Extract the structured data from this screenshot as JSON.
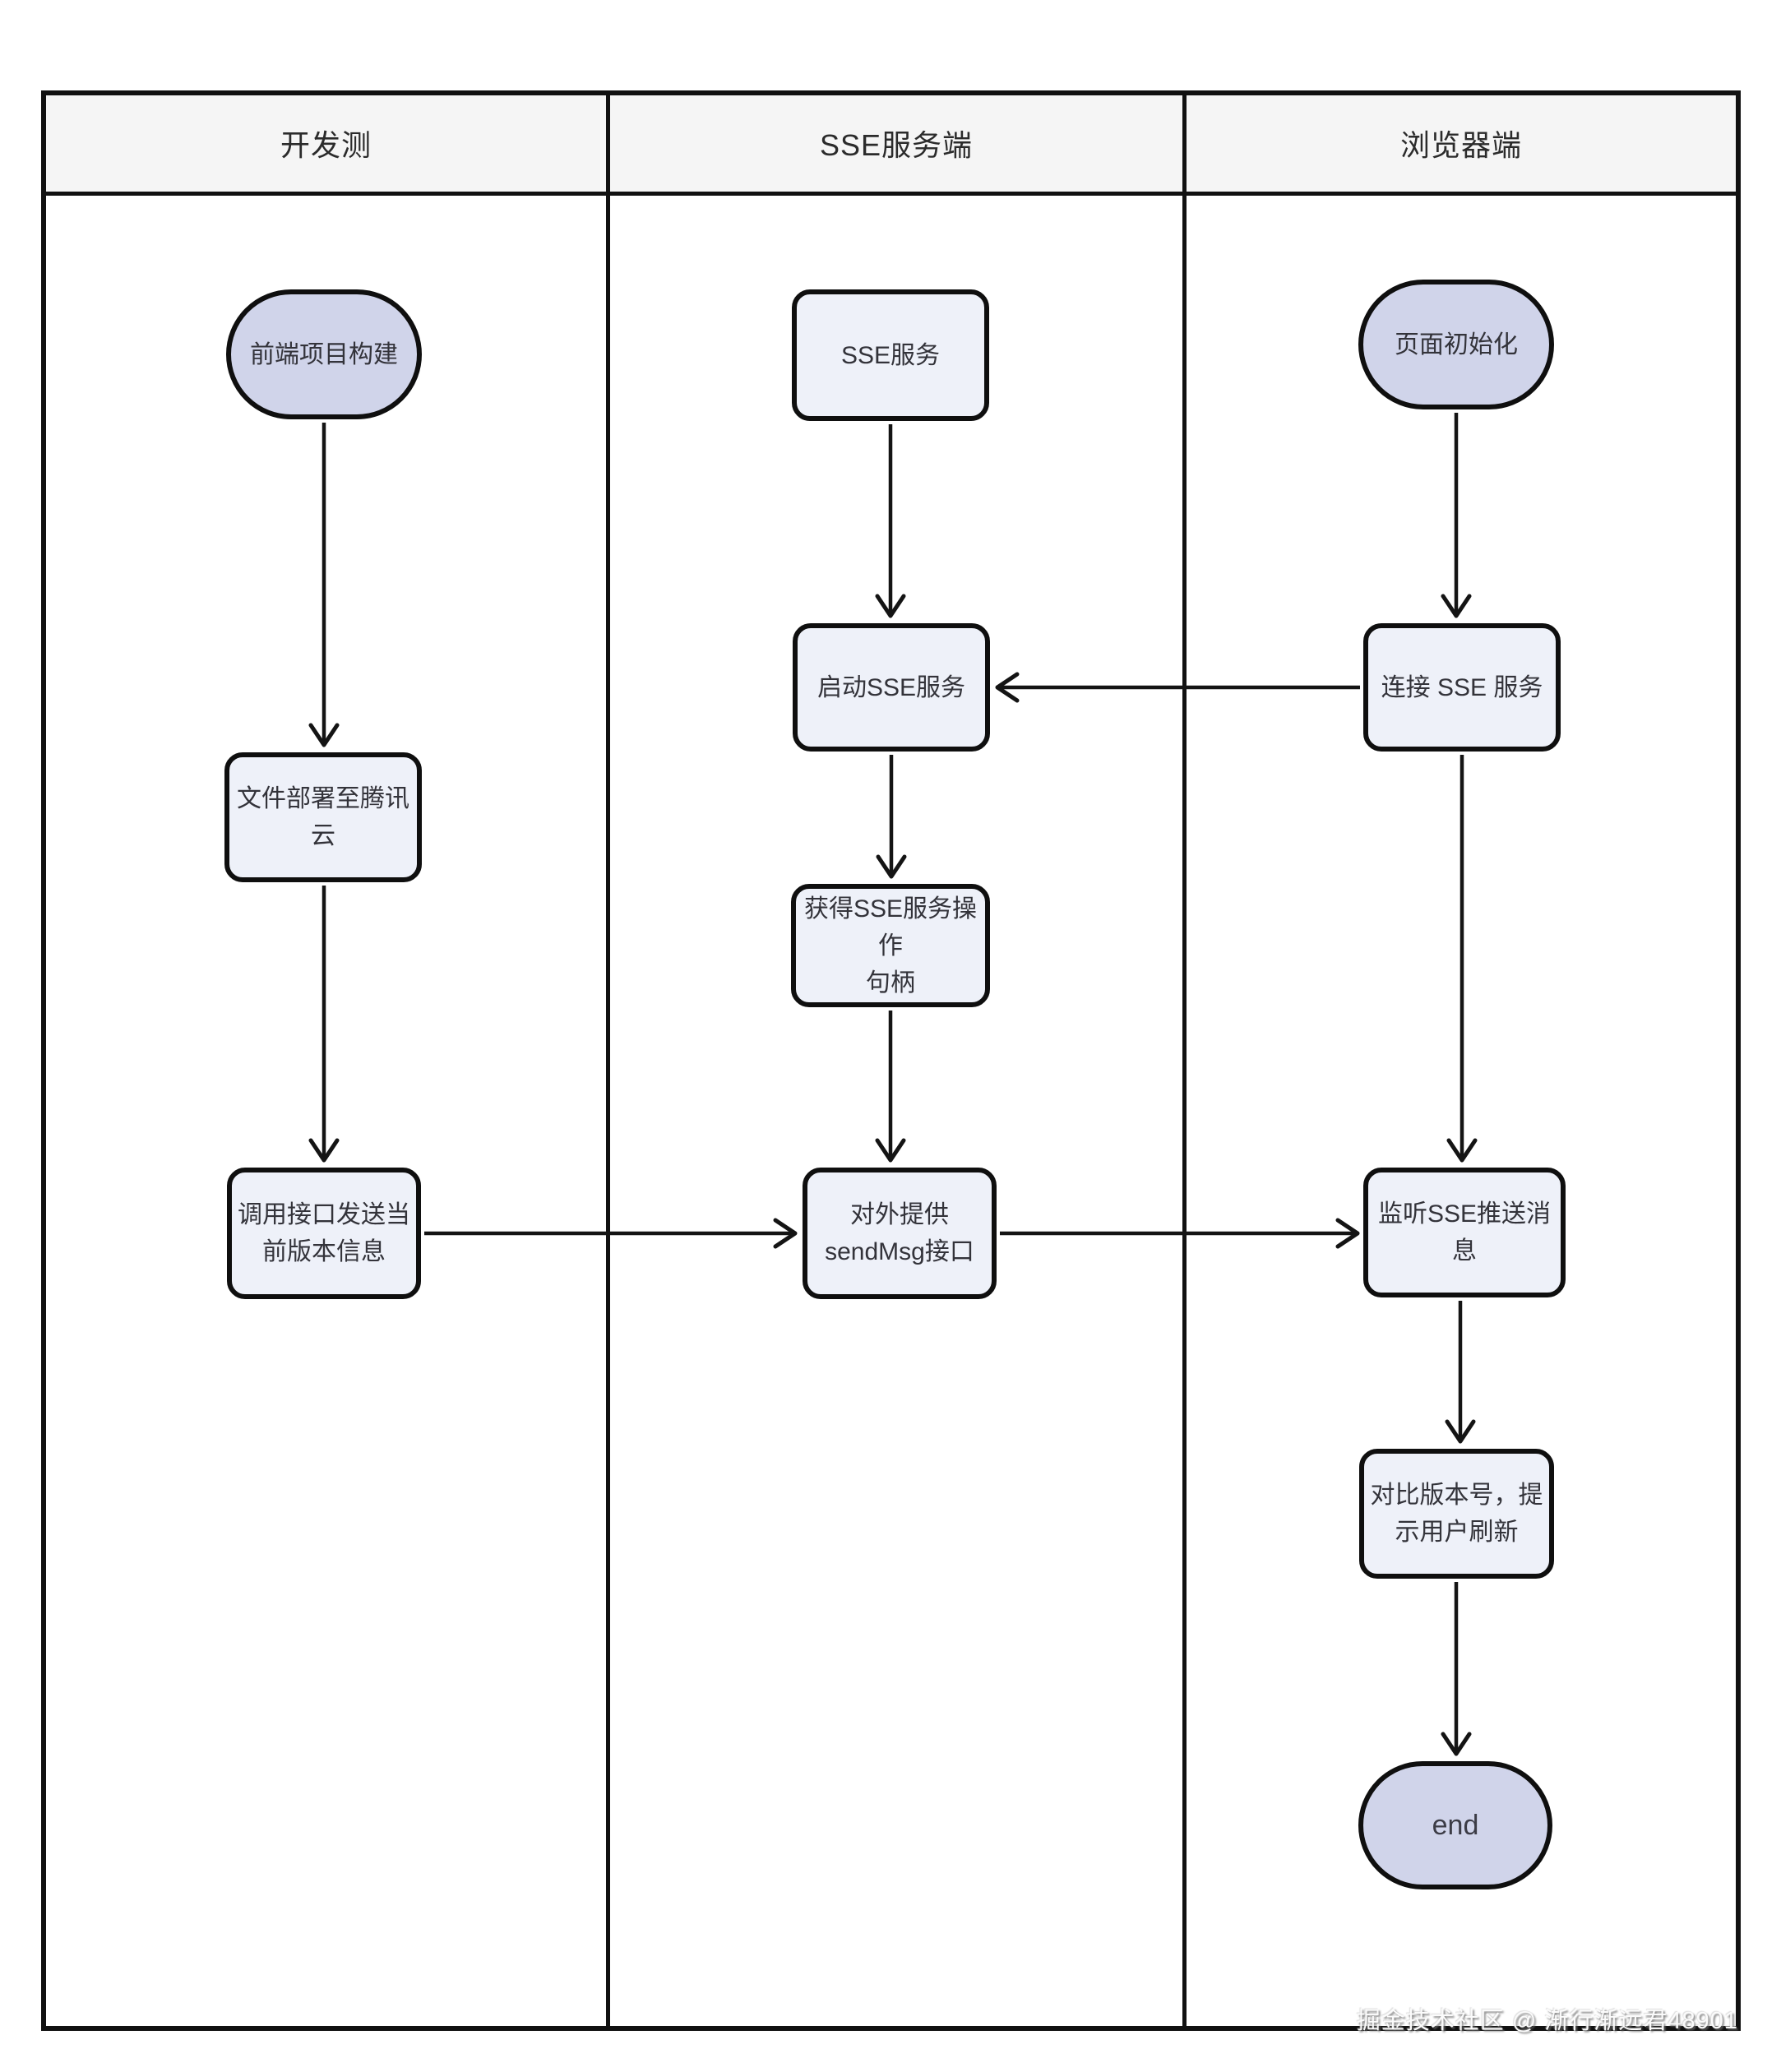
{
  "lanes": [
    {
      "title": "开发测"
    },
    {
      "title": "SSE服务端"
    },
    {
      "title": "浏览器端"
    }
  ],
  "nodes": {
    "frontend_build": {
      "label": "前端项目构建",
      "shape": "pill",
      "lane": "开发测"
    },
    "deploy": {
      "label": "文件部署至腾讯\n云",
      "shape": "rect",
      "lane": "开发测"
    },
    "call_api": {
      "label": "调用接口发送当\n前版本信息",
      "shape": "rect",
      "lane": "开发测"
    },
    "sse_service": {
      "label": "SSE服务",
      "shape": "rect",
      "lane": "SSE服务端"
    },
    "start_sse": {
      "label": "启动SSE服务",
      "shape": "rect",
      "lane": "SSE服务端"
    },
    "get_handle": {
      "label": "获得SSE服务操作\n句柄",
      "shape": "rect",
      "lane": "SSE服务端"
    },
    "send_msg": {
      "label": "对外提供\nsendMsg接口",
      "shape": "rect",
      "lane": "SSE服务端"
    },
    "page_init": {
      "label": "页面初始化",
      "shape": "pill",
      "lane": "浏览器端"
    },
    "connect_sse": {
      "label": "连接 SSE 服务",
      "shape": "rect",
      "lane": "浏览器端"
    },
    "listen_sse": {
      "label": "监听SSE推送消息",
      "shape": "rect",
      "lane": "浏览器端"
    },
    "compare_version": {
      "label": "对比版本号，提\n示用户刷新",
      "shape": "rect",
      "lane": "浏览器端"
    },
    "end": {
      "label": "end",
      "shape": "pill",
      "lane": "浏览器端"
    }
  },
  "edges": [
    {
      "from": "frontend_build",
      "to": "deploy"
    },
    {
      "from": "deploy",
      "to": "call_api"
    },
    {
      "from": "sse_service",
      "to": "start_sse"
    },
    {
      "from": "start_sse",
      "to": "get_handle"
    },
    {
      "from": "get_handle",
      "to": "send_msg"
    },
    {
      "from": "page_init",
      "to": "connect_sse"
    },
    {
      "from": "connect_sse",
      "to": "start_sse"
    },
    {
      "from": "connect_sse",
      "to": "listen_sse"
    },
    {
      "from": "call_api",
      "to": "send_msg"
    },
    {
      "from": "send_msg",
      "to": "listen_sse"
    },
    {
      "from": "listen_sse",
      "to": "compare_version"
    },
    {
      "from": "compare_version",
      "to": "end"
    }
  ],
  "watermark": "掘金技术社区 @ 渐行渐远君48901",
  "colors": {
    "pill_fill": "#d0d4ea",
    "rect_fill": "#eef1f9",
    "header_fill": "#f5f5f5",
    "line": "#141414",
    "background": "#ffffff"
  }
}
